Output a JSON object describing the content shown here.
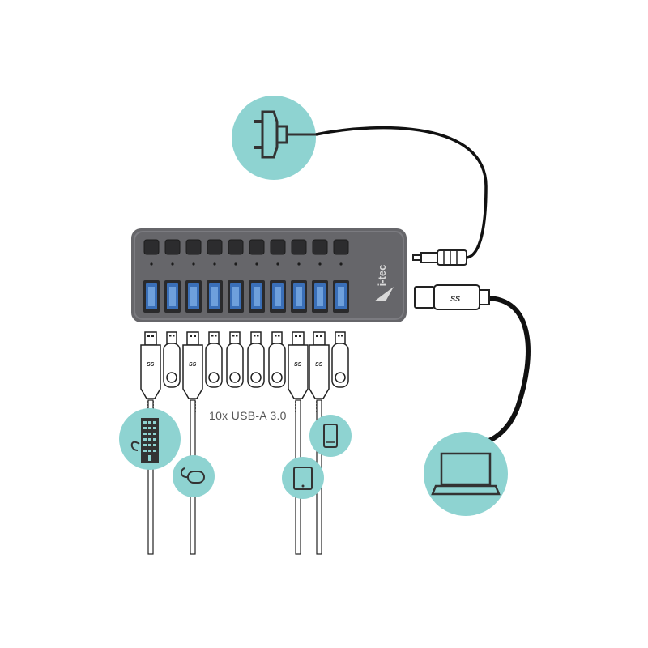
{
  "brand": {
    "logo_text": "i-tec",
    "ss_mark": "SS"
  },
  "caption": {
    "text": "10x USB-A 3.0"
  },
  "hub": {
    "port_count": 10
  },
  "colors": {
    "teal": "#8ed3d1",
    "hub_body": "#66666a",
    "port_blue": "#3a6fb8",
    "button": "#2c2c2e",
    "cable": "#111111",
    "outline": "#333333"
  },
  "icons": {
    "power": "power-plug-icon",
    "laptop": "laptop-icon",
    "keyboard": "keyboard-icon",
    "mouse": "mouse-icon",
    "tablet": "tablet-icon",
    "phone": "smartphone-icon",
    "flash_drive": "usb-flash-drive-icon"
  }
}
